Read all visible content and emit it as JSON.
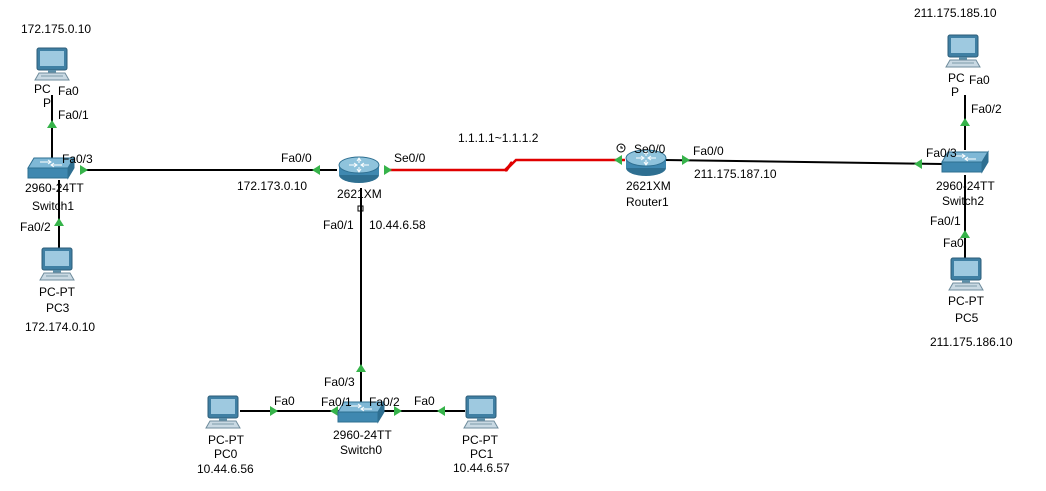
{
  "colors": {
    "ethernet_link": "#000000",
    "serial_link": "#e00000",
    "link_up": "#36b34a",
    "device_blue": "#4a8fb3",
    "device_dark": "#2e6f91",
    "background": "#ffffff"
  },
  "devices": {
    "pc_top_left": {
      "icon": "pc-icon",
      "model": "PC",
      "name": "P",
      "ip": "172.175.0.10"
    },
    "pc3": {
      "icon": "pc-icon",
      "model": "PC-PT",
      "name": "PC3",
      "ip": "172.174.0.10"
    },
    "switch1": {
      "icon": "switch-icon",
      "model": "2960-24TT",
      "name": "Switch1"
    },
    "router_center": {
      "icon": "router-icon",
      "model": "2621XM",
      "ip_left": "172.173.0.10",
      "ip_bottom": "10.44.6.58"
    },
    "router1": {
      "icon": "router-icon",
      "model": "2621XM",
      "name": "Router1",
      "ip": "211.175.187.10"
    },
    "switch2": {
      "icon": "switch-icon",
      "model": "2960-24TT",
      "name": "Switch2"
    },
    "pc_top_right": {
      "icon": "pc-icon",
      "model": "PC",
      "name": "P",
      "ip": "211.175.185.10"
    },
    "pc5": {
      "icon": "pc-icon",
      "model": "PC-PT",
      "name": "PC5",
      "ip": "211.175.186.10"
    },
    "switch0": {
      "icon": "switch-icon",
      "model": "2960-24TT",
      "name": "Switch0"
    },
    "pc0": {
      "icon": "pc-icon",
      "model": "PC-PT",
      "name": "PC0",
      "ip": "10.44.6.56"
    },
    "pc1": {
      "icon": "pc-icon",
      "model": "PC-PT",
      "name": "PC1",
      "ip": "10.44.6.57"
    }
  },
  "serial_link_label": "1.1.1.1~1.1.1.2",
  "ports": {
    "pcl_fa0": "Fa0",
    "sw1_fa01": "Fa0/1",
    "sw1_fa03": "Fa0/3",
    "sw1_fa02": "Fa0/2",
    "r_fa00": "Fa0/0",
    "r_se00": "Se0/0",
    "r_fa01": "Fa0/1",
    "r1_se00": "Se0/0",
    "r1_fa00": "Fa0/0",
    "sw2_fa03": "Fa0/3",
    "sw2_fa02": "Fa0/2",
    "sw2_fa01": "Fa0/1",
    "pcr_fa0": "Fa0",
    "pc5_fa0": "Fa0",
    "sw0_fa03": "Fa0/3",
    "sw0_fa01": "Fa0/1",
    "sw0_fa02": "Fa0/2",
    "pc0_fa0": "Fa0",
    "pc1_fa0": "Fa0"
  }
}
